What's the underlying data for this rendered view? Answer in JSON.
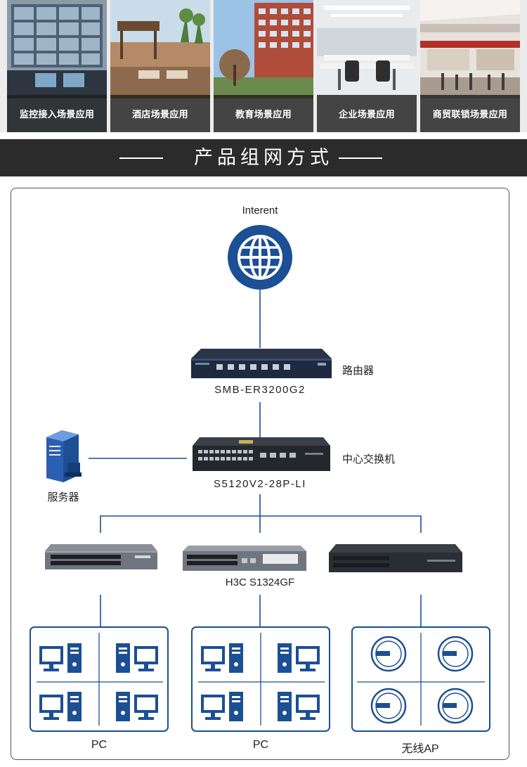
{
  "scenes": [
    {
      "label": "监控接入场景应用",
      "icon": "surveillance-scene"
    },
    {
      "label": "酒店场景应用",
      "icon": "hotel-scene"
    },
    {
      "label": "教育场景应用",
      "icon": "education-scene"
    },
    {
      "label": "企业场景应用",
      "icon": "enterprise-scene"
    },
    {
      "label": "商贸联锁场景应用",
      "icon": "retail-scene"
    }
  ],
  "section_title": "产品组网方式",
  "diagram": {
    "internet": {
      "label": "Interent",
      "icon": "globe-icon"
    },
    "router": {
      "model": "SMB-ER3200G2",
      "role": "路由器"
    },
    "core_switch": {
      "model": "S5120V2-28P-LI",
      "role": "中心交换机"
    },
    "server": {
      "label": "服务器",
      "icon": "server-icon"
    },
    "access_switches": {
      "model_label": "H3C S1324GF",
      "count": 3
    },
    "groups": [
      {
        "label": "PC",
        "icon": "desktop-pc-icon",
        "count": 4
      },
      {
        "label": "PC",
        "icon": "desktop-pc-icon",
        "count": 4
      },
      {
        "label": "无线AP",
        "icon": "ceiling-ap-icon",
        "count": 4
      }
    ]
  },
  "colors": {
    "accent_blue": "#1c4f94",
    "title_bar": "#2b2b2b",
    "frame_border": "#555555"
  }
}
